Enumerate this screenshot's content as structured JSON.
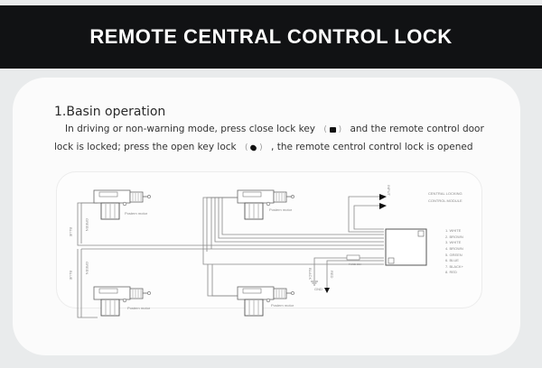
{
  "header": {
    "title": "REMOTE CENTRAL CONTROL LOCK"
  },
  "section": {
    "title": "1.Basin operation",
    "line1_a": "In driving or non-warning mode, press close lock key",
    "line1_b": "and the remote control door",
    "line2_a": "lock is locked; press the open key lock",
    "line2_b": ", the remote centrol control lock is opened",
    "close_key_icon": "lock-closed-icon",
    "open_key_icon": "lock-open-icon"
  },
  "diagram": {
    "motor_label": "Postern motor",
    "module_title_1": "CENTRAL LOCKING",
    "module_title_2": "CONTROL MODULE",
    "wire_labels": {
      "blue": "BLUE",
      "green": "GREEN",
      "black": "BLACK",
      "red": "RED",
      "gnd": "GND",
      "input": "INPUT",
      "brown": "BROWN",
      "white": "WHITE",
      "fuse": "FUSE 15A"
    },
    "legend": [
      "1.  WHITE",
      "2.  BROWN",
      "3.  WHITE",
      "4.  BROWN",
      "5.  GREEN",
      "6.  BLUE",
      "7.  BLACK+",
      "8.  RED"
    ]
  }
}
